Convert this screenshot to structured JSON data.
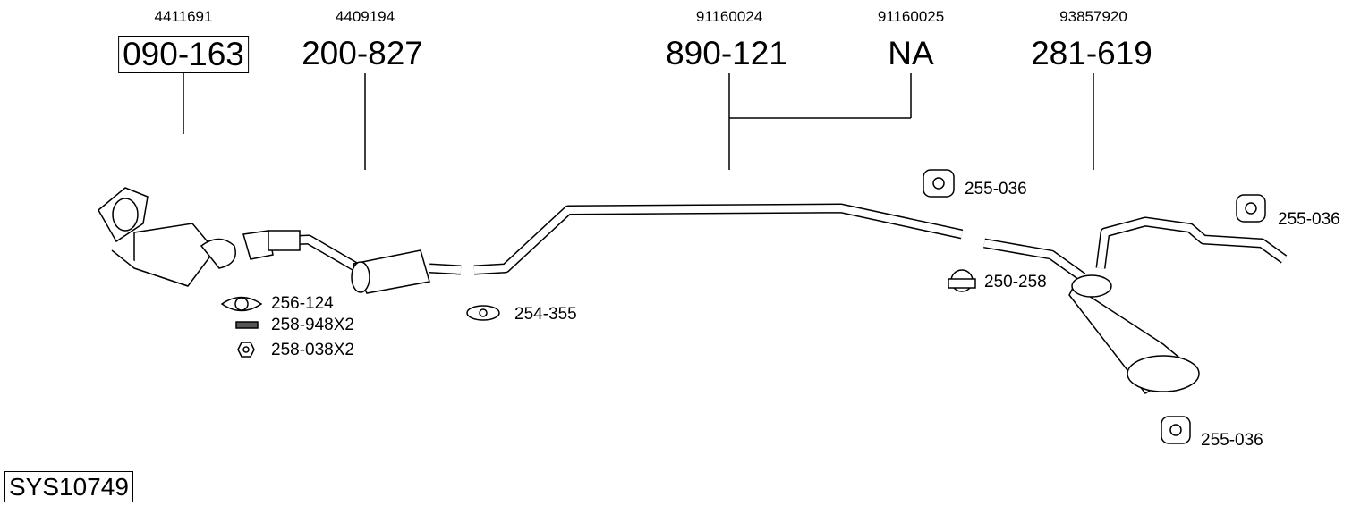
{
  "oem_numbers": [
    "4411691",
    "4409194",
    "91160024",
    "91160025",
    "93857920"
  ],
  "part_numbers": [
    "090-163",
    "200-827",
    "890-121",
    "NA",
    "281-619"
  ],
  "accessories": {
    "hanger_1": "255-036",
    "hanger_2": "255-036",
    "clamp_1": "250-258",
    "gasket": "256-124",
    "bolt": "258-948X2",
    "nut": "258-038X2",
    "clamp_2": "254-355",
    "hanger_3": "255-036"
  },
  "system_id": "SYS10749"
}
